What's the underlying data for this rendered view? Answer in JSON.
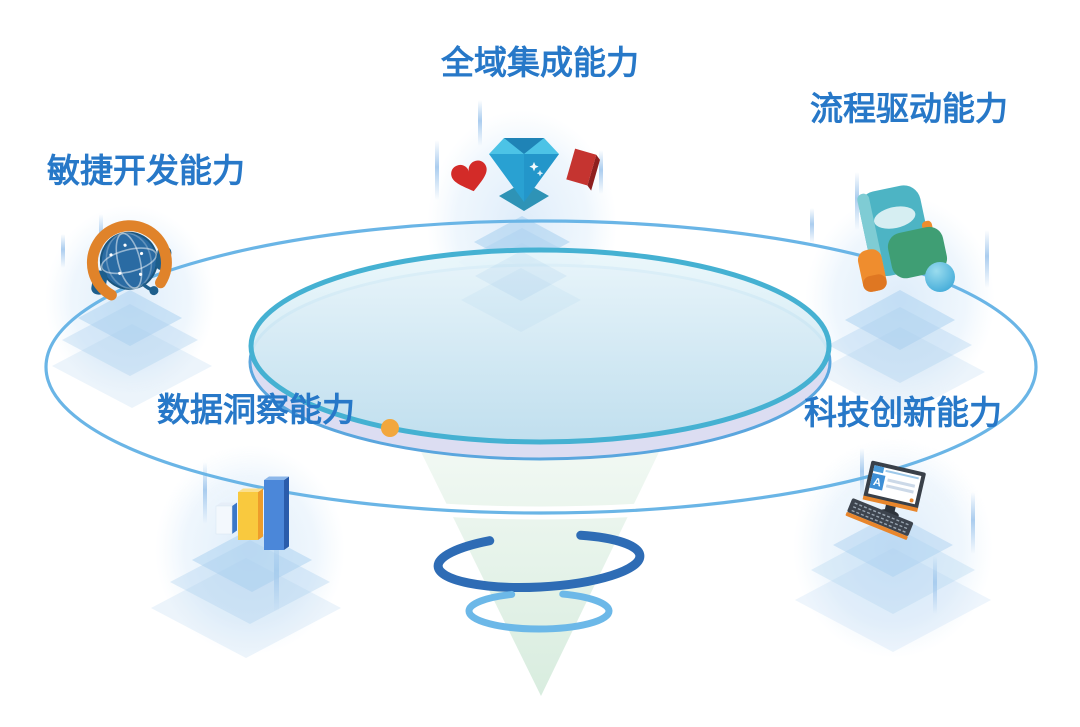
{
  "diagram": {
    "background_color": "#ffffff",
    "text_color": "#2778c8",
    "capabilities": [
      {
        "label": "全域集成能力",
        "icon": "gem-icon",
        "position": "top-center"
      },
      {
        "label": "流程驱动能力",
        "icon": "backpack-icon",
        "position": "upper-right"
      },
      {
        "label": "敏捷开发能力",
        "icon": "headset-globe-icon",
        "position": "upper-left"
      },
      {
        "label": "数据洞察能力",
        "icon": "bar-chart-icon",
        "position": "middle-left"
      },
      {
        "label": "科技创新能力",
        "icon": "desktop-computer-icon",
        "position": "middle-right"
      }
    ],
    "computer_screen_letter": "A",
    "platform": {
      "top_fill_start": "#e9f6fa",
      "top_fill_end": "#bedfee",
      "border_color": "#45b1d2",
      "rim_fill": "#dcddf2",
      "rim_border": "#5aa6de"
    },
    "orbit_ring_color": "#6ab5e6",
    "funnel": {
      "fill_start": "#f0f8f2",
      "fill_end": "#d5ebdc",
      "ring_dark": "#2e6cb5",
      "ring_light": "#6cb8e8"
    },
    "markers": {
      "orange_dot": "#f2a73d",
      "blue_sphere": "#45b4dd"
    }
  }
}
